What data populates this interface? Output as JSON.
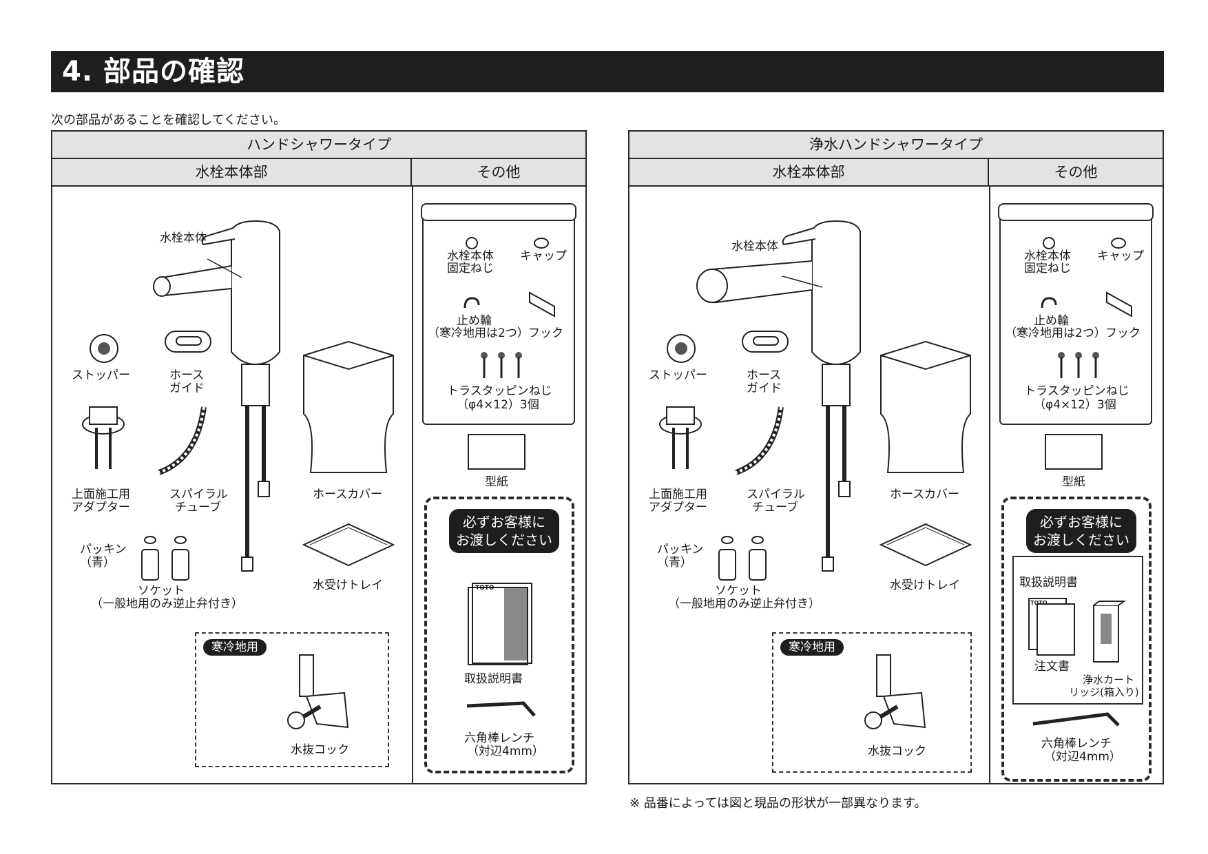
{
  "header": {
    "title": "4. 部品の確認"
  },
  "intro": "次の部品があることを確認してください。",
  "note": "※ 品番によっては図と現品の形状が一部異なります。",
  "panels": [
    {
      "title": "ハンドシャワータイプ",
      "col_main": "水栓本体部",
      "col_other": "その他",
      "main": {
        "faucet_body": "水栓本体",
        "stopper": "ストッパー",
        "hose_guide_1": "ホース",
        "hose_guide_2": "ガイド",
        "adapter_1": "上面施工用",
        "adapter_2": "アダプター",
        "spiral_1": "スパイラル",
        "spiral_2": "チューブ",
        "hose_cover": "ホースカバー",
        "packing_1": "パッキン",
        "packing_2": "（青）",
        "socket_1": "ソケット",
        "socket_2": "（一般地用のみ逆止弁付き）",
        "drip_tray": "水受けトレイ",
        "cold_region": "寒冷地用",
        "drain_cock": "水抜コック"
      },
      "other": {
        "screw_1": "水栓本体",
        "screw_2": "固定ねじ",
        "cap": "キャップ",
        "ring_1": "止め輪",
        "ring_2": "（寒冷地用は2つ）",
        "hook": "フック",
        "truss_1": "トラスタッピンねじ",
        "truss_2": "（φ4×12）3個",
        "template": "型紙",
        "handover_1": "必ずお客様に",
        "handover_2": "お渡しください",
        "manual": "取扱説明書",
        "wrench_1": "六角棒レンチ",
        "wrench_2": "（対辺4mm）",
        "brand": "TOTO"
      }
    },
    {
      "title": "浄水ハンドシャワータイプ",
      "col_main": "水栓本体部",
      "col_other": "その他",
      "main": {
        "faucet_body": "水栓本体",
        "stopper": "ストッパー",
        "hose_guide_1": "ホース",
        "hose_guide_2": "ガイド",
        "adapter_1": "上面施工用",
        "adapter_2": "アダプター",
        "spiral_1": "スパイラル",
        "spiral_2": "チューブ",
        "hose_cover": "ホースカバー",
        "packing_1": "パッキン",
        "packing_2": "（青）",
        "socket_1": "ソケット",
        "socket_2": "（一般地用のみ逆止弁付き）",
        "drip_tray": "水受けトレイ",
        "cold_region": "寒冷地用",
        "drain_cock": "水抜コック"
      },
      "other": {
        "screw_1": "水栓本体",
        "screw_2": "固定ねじ",
        "cap": "キャップ",
        "ring_1": "止め輪",
        "ring_2": "（寒冷地用は2つ）",
        "hook": "フック",
        "truss_1": "トラスタッピンねじ",
        "truss_2": "（φ4×12）3個",
        "template": "型紙",
        "handover_1": "必ずお客様に",
        "handover_2": "お渡しください",
        "manual": "取扱説明書",
        "order_form": "注文書",
        "cartridge_1": "浄水カート",
        "cartridge_2": "リッジ(箱入り)",
        "wrench_1": "六角棒レンチ",
        "wrench_2": "（対辺4mm）",
        "brand": "TOTO"
      }
    }
  ]
}
